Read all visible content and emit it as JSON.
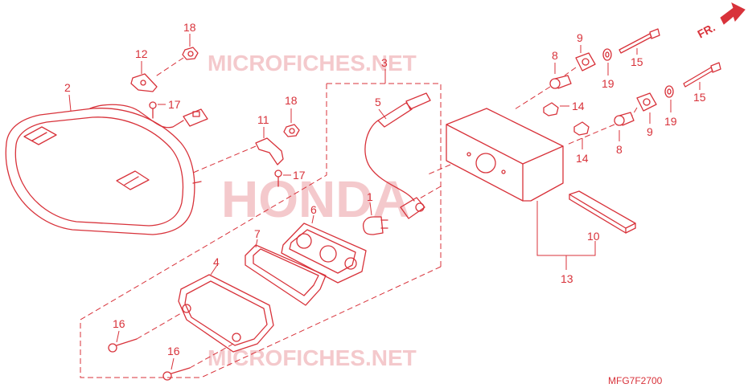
{
  "watermarks": {
    "top": "MICROFICHES.NET",
    "center": "HONDA",
    "bottom": "MICROFICHES.NET"
  },
  "direction_label": "FR.",
  "diagram_code": "MFG7F2700",
  "callouts": {
    "c1": "1",
    "c2": "2",
    "c3": "3",
    "c4": "4",
    "c5": "5",
    "c6": "6",
    "c7": "7",
    "c8a": "8",
    "c8b": "8",
    "c9a": "9",
    "c9b": "9",
    "c10": "10",
    "c11": "11",
    "c12": "12",
    "c13": "13",
    "c14a": "14",
    "c14b": "14",
    "c15a": "15",
    "c15b": "15",
    "c16a": "16",
    "c16b": "16",
    "c17a": "17",
    "c17b": "17",
    "c18a": "18",
    "c18b": "18",
    "c19a": "19",
    "c19b": "19"
  },
  "colors": {
    "line": "#d8323a",
    "watermark": "#f4c9cc",
    "background": "#ffffff"
  }
}
